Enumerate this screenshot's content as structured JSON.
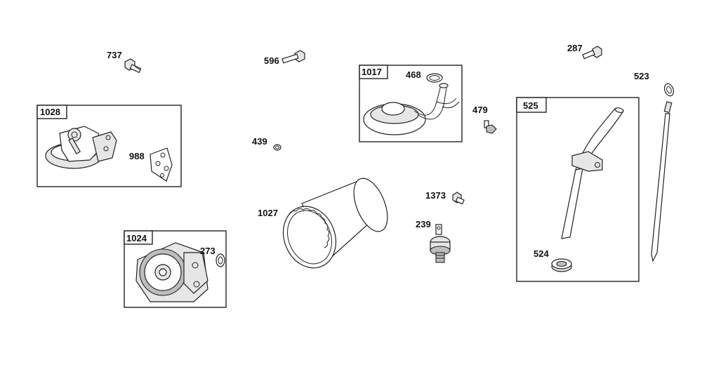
{
  "diagram": {
    "part_numbers": {
      "p737": "737",
      "p596": "596",
      "p1017": "1017",
      "p468": "468",
      "p287": "287",
      "p523": "523",
      "p1028": "1028",
      "p988": "988",
      "p439": "439",
      "p479": "479",
      "p525": "525",
      "p1373": "1373",
      "p1027": "1027",
      "p239": "239",
      "p1024": "1024",
      "p273": "273",
      "p524": "524"
    }
  }
}
